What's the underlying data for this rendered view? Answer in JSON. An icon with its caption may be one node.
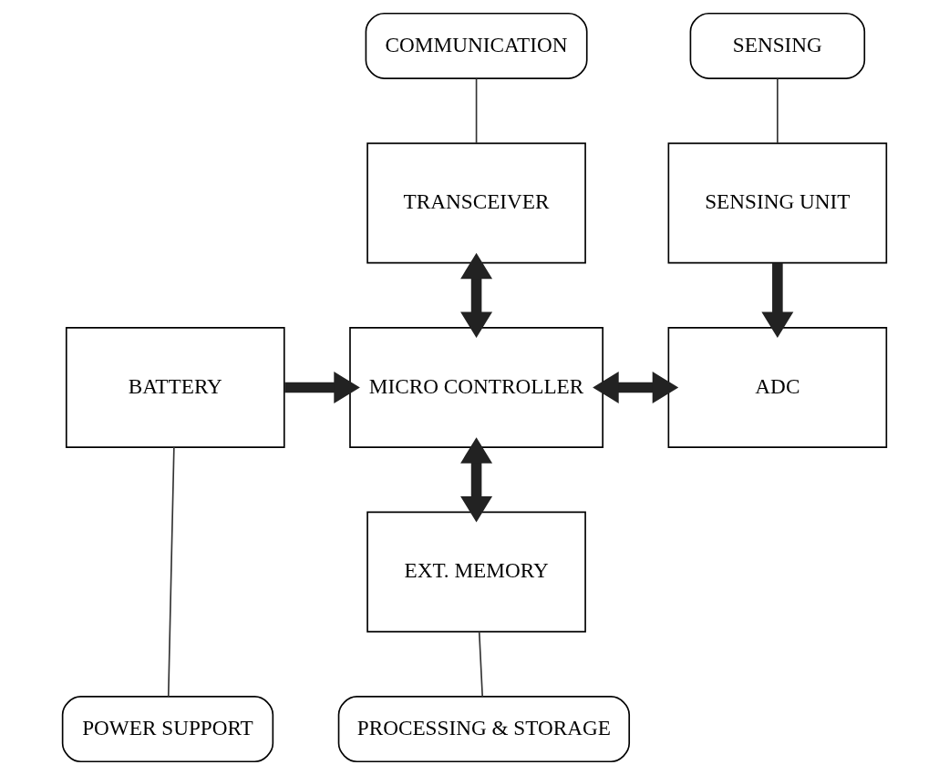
{
  "diagram": {
    "nodes": [
      {
        "text": [
          "COMMUNICATION"
        ]
      },
      {
        "text": [
          "SENSING"
        ]
      },
      {
        "text": [
          "TRANSCEIVER"
        ]
      },
      {
        "text": [
          "SENSING UNIT"
        ]
      },
      {
        "text": [
          "BATTERY"
        ]
      },
      {
        "text": [
          "MICRO CONTROLLER"
        ]
      },
      {
        "text": [
          "ADC"
        ]
      },
      {
        "text": [
          "EXT. MEMORY"
        ]
      },
      {
        "text": [
          "PROCESSING & STORAGE"
        ]
      },
      {
        "text": [
          "POWER SUPPORT"
        ]
      }
    ],
    "edges": [
      {
        "from": 0,
        "to": 2,
        "arrow": "none"
      },
      {
        "from": 1,
        "to": 3,
        "arrow": "none"
      },
      {
        "from": 2,
        "to": 5,
        "arrow": "both"
      },
      {
        "from": 3,
        "to": 6,
        "arrow": "to"
      },
      {
        "from": 4,
        "to": 5,
        "arrow": "to"
      },
      {
        "from": 5,
        "to": 6,
        "arrow": "both"
      },
      {
        "from": 5,
        "to": 7,
        "arrow": "both"
      },
      {
        "from": 8,
        "to": 7,
        "arrow": "none"
      },
      {
        "from": 9,
        "to": 4,
        "arrow": "none"
      }
    ]
  }
}
